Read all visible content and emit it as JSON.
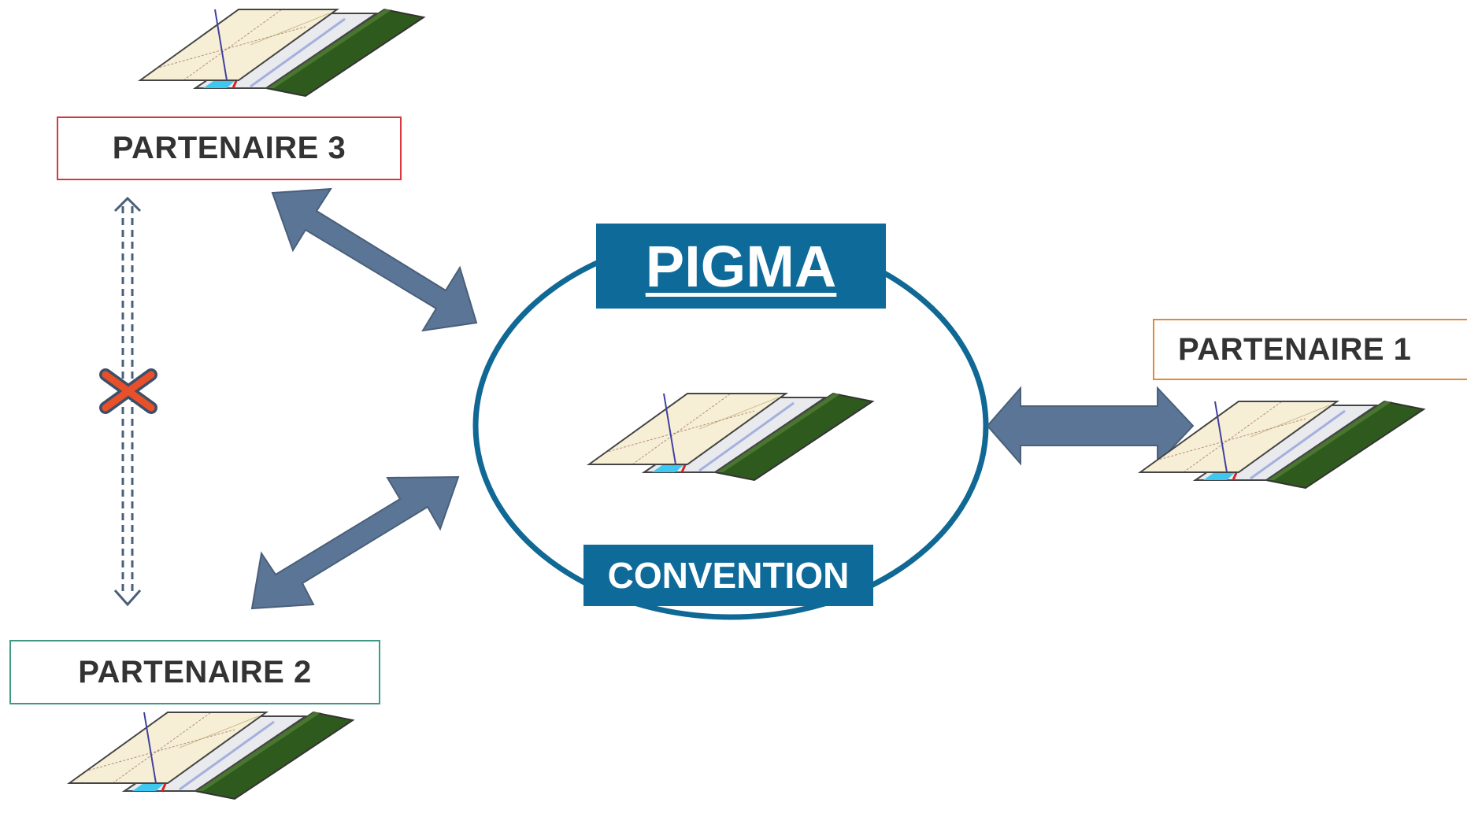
{
  "center": {
    "title": "PIGMA",
    "subtitle": "CONVENTION",
    "color": "#0e6a99"
  },
  "partners": [
    {
      "id": "p3",
      "label": "PARTENAIRE 3",
      "border_color": "#d9363e"
    },
    {
      "id": "p1",
      "label": "PARTENAIRE 1",
      "border_color": "#e08a3c"
    },
    {
      "id": "p2",
      "label": "PARTENAIRE 2",
      "border_color": "#3e9a86"
    }
  ],
  "connectors": {
    "arrow_color": "#5b7596",
    "blocked_link_marker": "cross-icon",
    "blocked_marker_color": "#e8502a"
  },
  "icons": {
    "map_layers": "map-layers-icon"
  }
}
